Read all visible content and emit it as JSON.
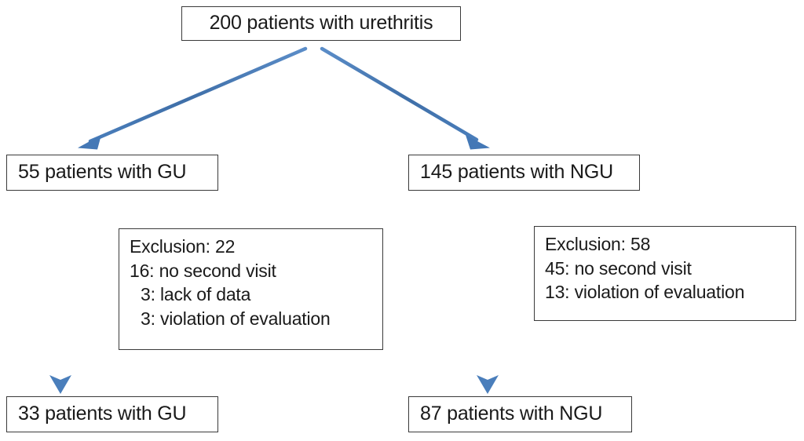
{
  "diagram": {
    "title_text": "200 patients with urethritis",
    "accent_color": "#4A7EBB",
    "border_color": "#3A3A3A",
    "text_color": "#1A1A1A",
    "background_color": "#FFFFFF"
  },
  "nodes": {
    "root": {
      "label": "200 patients with urethritis"
    },
    "gu_initial": {
      "label": "55 patients with GU"
    },
    "ngu_initial": {
      "label": "145 patients with NGU"
    },
    "gu_final": {
      "label": "33 patients with GU"
    },
    "ngu_final": {
      "label": "87 patients with NGU"
    }
  },
  "notes": {
    "gu_exclusion": {
      "lines": [
        {
          "text": "Exclusion: 22",
          "indent": false
        },
        {
          "text": "16: no second visit",
          "indent": false
        },
        {
          "text": "3: lack of data",
          "indent": true
        },
        {
          "text": "3: violation of evaluation",
          "indent": true
        }
      ]
    },
    "ngu_exclusion": {
      "lines": [
        {
          "text": "Exclusion: 58",
          "indent": false
        },
        {
          "text": "45: no second visit",
          "indent": false
        },
        {
          "text": "13: violation of evaluation",
          "indent": false
        }
      ]
    }
  },
  "connectors": [
    {
      "name": "root-to-gu",
      "from": "root",
      "to": "gu_initial",
      "direction": "diagonal-left"
    },
    {
      "name": "root-to-ngu",
      "from": "root",
      "to": "ngu_initial",
      "direction": "diagonal-right"
    },
    {
      "name": "gu-to-gu-final",
      "from": "gu_initial",
      "to": "gu_final",
      "direction": "vertical"
    },
    {
      "name": "ngu-to-ngu-final",
      "from": "ngu_initial",
      "to": "ngu_final",
      "direction": "vertical"
    }
  ]
}
